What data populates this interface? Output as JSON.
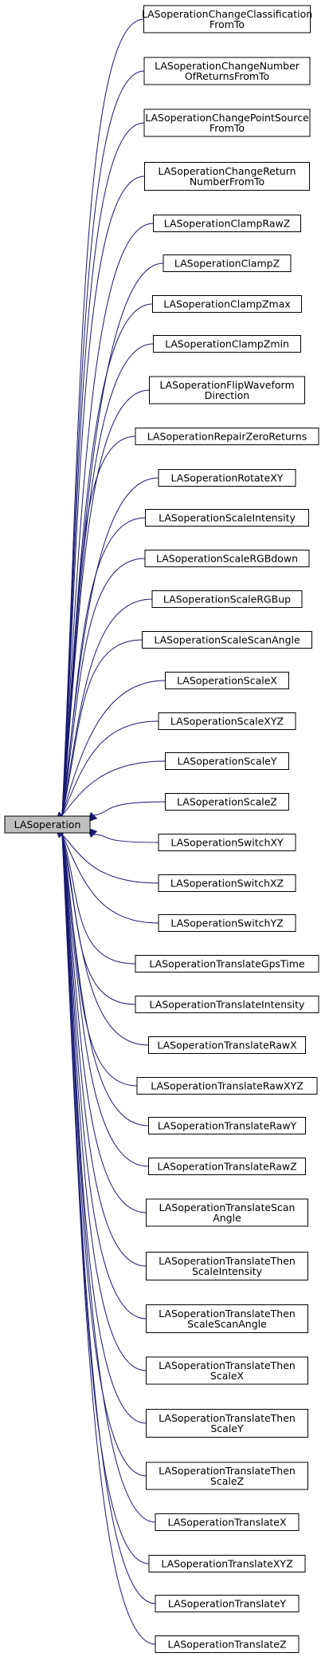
{
  "base_class": "LASoperation",
  "colors": {
    "edge": "#191970",
    "base_fill": "#bfbfbf",
    "box_fill": "#ffffff",
    "border": "#000000"
  },
  "derived_classes": [
    [
      "LASoperationChangeClassification",
      "FromTo"
    ],
    [
      "LASoperationChangeNumber",
      "OfReturnsFromTo"
    ],
    [
      "LASoperationChangePointSource",
      "FromTo"
    ],
    [
      "LASoperationChangeReturn",
      "NumberFromTo"
    ],
    [
      "LASoperationClampRawZ"
    ],
    [
      "LASoperationClampZ"
    ],
    [
      "LASoperationClampZmax"
    ],
    [
      "LASoperationClampZmin"
    ],
    [
      "LASoperationFlipWaveform",
      "Direction"
    ],
    [
      "LASoperationRepairZeroReturns"
    ],
    [
      "LASoperationRotateXY"
    ],
    [
      "LASoperationScaleIntensity"
    ],
    [
      "LASoperationScaleRGBdown"
    ],
    [
      "LASoperationScaleRGBup"
    ],
    [
      "LASoperationScaleScanAngle"
    ],
    [
      "LASoperationScaleX"
    ],
    [
      "LASoperationScaleXYZ"
    ],
    [
      "LASoperationScaleY"
    ],
    [
      "LASoperationScaleZ"
    ],
    [
      "LASoperationSwitchXY"
    ],
    [
      "LASoperationSwitchXZ"
    ],
    [
      "LASoperationSwitchYZ"
    ],
    [
      "LASoperationTranslateGpsTime"
    ],
    [
      "LASoperationTranslateIntensity"
    ],
    [
      "LASoperationTranslateRawX"
    ],
    [
      "LASoperationTranslateRawXYZ"
    ],
    [
      "LASoperationTranslateRawY"
    ],
    [
      "LASoperationTranslateRawZ"
    ],
    [
      "LASoperationTranslateScan",
      "Angle"
    ],
    [
      "LASoperationTranslateThen",
      "ScaleIntensity"
    ],
    [
      "LASoperationTranslateThen",
      "ScaleScanAngle"
    ],
    [
      "LASoperationTranslateThen",
      "ScaleX"
    ],
    [
      "LASoperationTranslateThen",
      "ScaleY"
    ],
    [
      "LASoperationTranslateThen",
      "ScaleZ"
    ],
    [
      "LASoperationTranslateX"
    ],
    [
      "LASoperationTranslateXYZ"
    ],
    [
      "LASoperationTranslateY"
    ],
    [
      "LASoperationTranslateZ"
    ]
  ]
}
